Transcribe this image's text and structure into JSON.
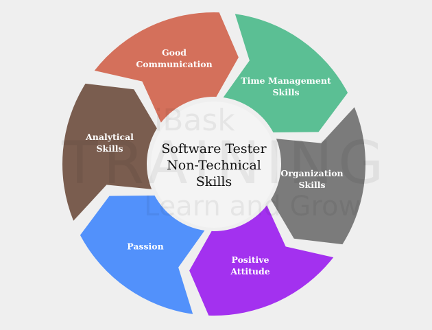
{
  "center_title": [
    "Software Tester",
    "Non-Technical",
    "Skills"
  ],
  "segments": [
    {
      "label": [
        "Good",
        "Communication"
      ],
      "color": "#d4705b"
    },
    {
      "label": [
        "Time Management",
        "Skills"
      ],
      "color": "#5bbf94"
    },
    {
      "label": [
        "Organization",
        "Skills"
      ],
      "color": "#7b7b7b"
    },
    {
      "label": [
        "Positive",
        "Attitude"
      ],
      "color": "#a331ef"
    },
    {
      "label": [
        "Passion"
      ],
      "color": "#5291fb"
    },
    {
      "label": [
        "Analytical",
        "Skills"
      ],
      "color": "#7a5d4f"
    }
  ],
  "watermark": {
    "line1": "iBask",
    "line2": "TRAINING",
    "line3": "Learn and Grow"
  },
  "colors": {
    "background": "#efefef",
    "center": "#f4f4f4"
  }
}
